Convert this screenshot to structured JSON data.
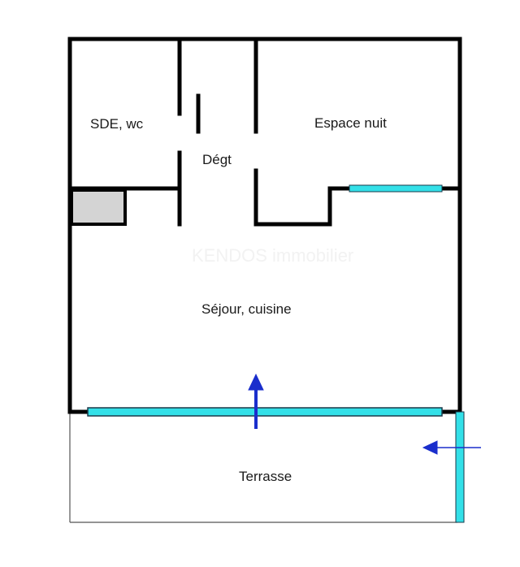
{
  "rooms": {
    "sde_wc": "SDE, wc",
    "espace_nuit": "Espace nuit",
    "degt": "Dégt",
    "sejour_cuisine": "Séjour, cuisine",
    "terrasse": "Terrasse"
  },
  "watermark": "KENDOS immobilier",
  "colors": {
    "wall": "#000000",
    "window": "#33e0e8",
    "window_outline": "#1a3a4a",
    "arrow": "#1a2ecc",
    "fixture": "#d4d4d4",
    "terrace_outline": "#555555"
  }
}
